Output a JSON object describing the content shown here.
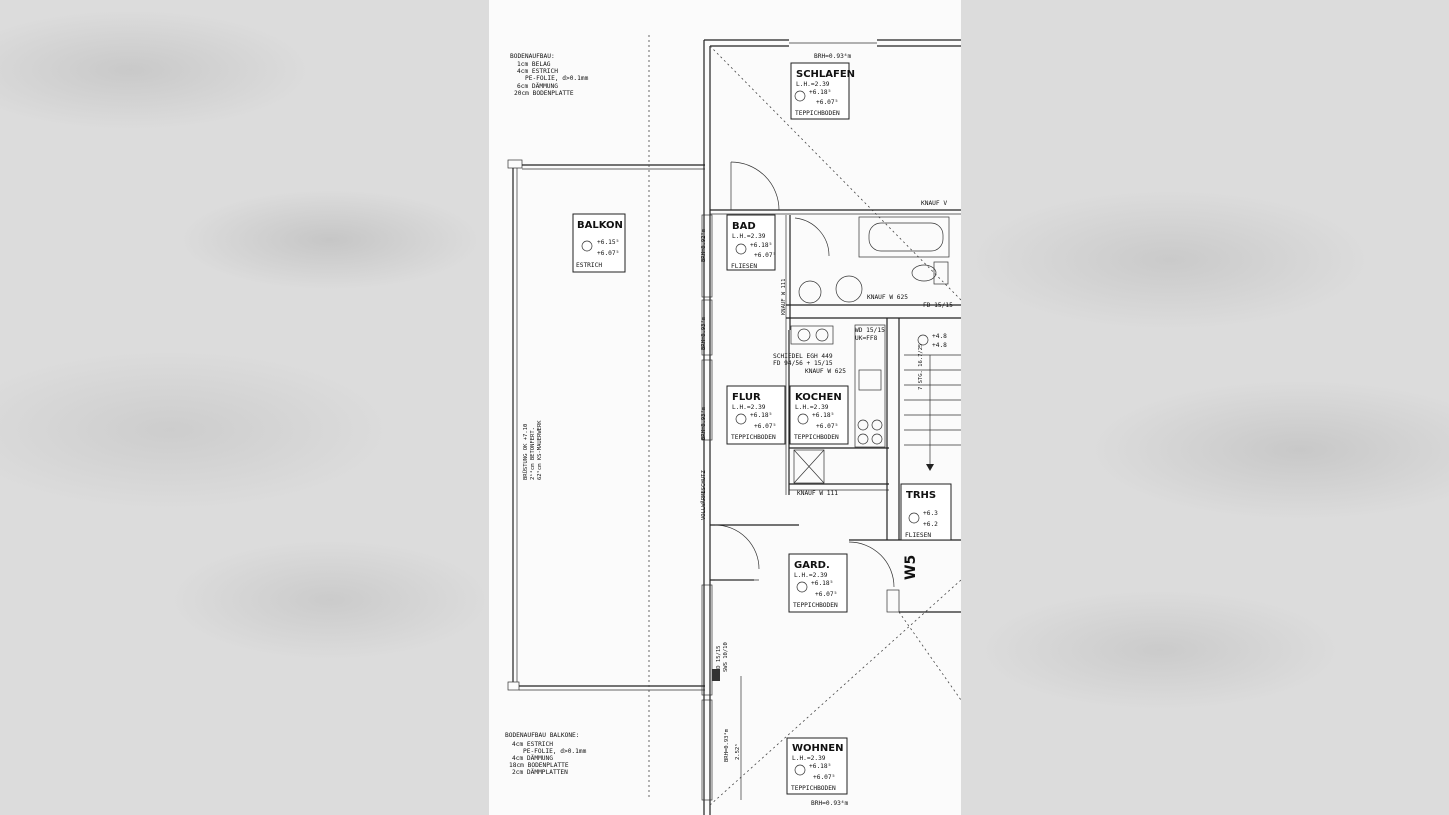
{
  "header": {
    "bodenaufbau_title": "BODENAUFBAU:",
    "bodenaufbau_lines": [
      "1cm BELAG",
      "4cm ESTRICH",
      "PE-FOLIE, d>0.1mm",
      "6cm DÄMMUNG",
      "20cm BODENPLATTE"
    ]
  },
  "footer": {
    "balkone_title": "BODENAUFBAU BALKONE:",
    "balkone_lines": [
      "4cm ESTRICH",
      "PE-FOLIE, d>0.1mm",
      "4cm DÄMMUNG",
      "18cm BODENPLATTE",
      "2cm DÄMMPLATTEN"
    ]
  },
  "rooms": {
    "schlafen": {
      "name": "SCHLAFEN",
      "lh": "L.H.=2.39",
      "top": "+6.18⁵",
      "bottom": "+6.07⁵",
      "floor": "TEPPICHBODEN"
    },
    "balkon": {
      "name": "BALKON",
      "top": "+6.15⁵",
      "bottom": "+6.07⁵",
      "floor": "ESTRICH"
    },
    "bad": {
      "name": "BAD",
      "lh": "L.H.=2.39",
      "top": "+6.18⁵",
      "bottom": "+6.07⁵",
      "floor": "FLIESEN"
    },
    "flur": {
      "name": "FLUR",
      "lh": "L.H.=2.39",
      "top": "+6.18⁵",
      "bottom": "+6.07⁵",
      "floor": "TEPPICHBODEN"
    },
    "kochen": {
      "name": "KOCHEN",
      "lh": "L.H.=2.39",
      "top": "+6.18⁵",
      "bottom": "+6.07⁵",
      "floor": "TEPPICHBODEN"
    },
    "trhs": {
      "name": "TRHS",
      "top": "+6.3",
      "bottom": "+6.2",
      "floor": "FLIESEN"
    },
    "gard": {
      "name": "GARD.",
      "lh": "L.H.=2.39",
      "top": "+6.18⁵",
      "bottom": "+6.07⁵",
      "floor": "TEPPICHBODEN"
    },
    "wohnen": {
      "name": "WOHNEN",
      "lh": "L.H.=2.39",
      "top": "+6.18⁵",
      "bottom": "+6.07⁵",
      "floor": "TEPPICHBODEN"
    }
  },
  "annotations": {
    "brh_top": "BRH=0.93⁴m",
    "brh_bottom": "BRH=0.93⁴m",
    "brh_bad": "BRH=0.92⁵m",
    "brh_mid": "BRH=0.93⁴m",
    "brh_flur": "BRH=0.93⁴m",
    "brh_wohnen": "BRH=0.93⁴m",
    "vollwaermeschutz": "VOLLWÄRMESCHUTZ",
    "knauf_v": "KNAUF V",
    "knauf_625_bad": "KNAUF W 625",
    "knauf_111_bad": "KNAUF W 111",
    "fd_15": "FD 15/15",
    "wd": "WD 15/15",
    "uk": "UK=FF8",
    "schiedel": "SCHIEDEL EGH 449",
    "fd_94": "FD 94/56 + 15/15",
    "knauf_625_k": "KNAUF W 625",
    "knauf_111_k": "KNAUF W 111",
    "trhs_top1": "+4.8",
    "trhs_top2": "+4.8",
    "stairs": "7 STG. 16.7/25",
    "w5": "W5",
    "brustung": "BRÜSTUNG OK +7.10",
    "brustung2": "2¹⁴cm BETONFERT.",
    "brustung3": "62⁵cm KS-MAUERWERK",
    "fd_sws1": "FD 15/15",
    "fd_sws2": "SWS 10/10",
    "dim_252": "2.52⁵"
  }
}
